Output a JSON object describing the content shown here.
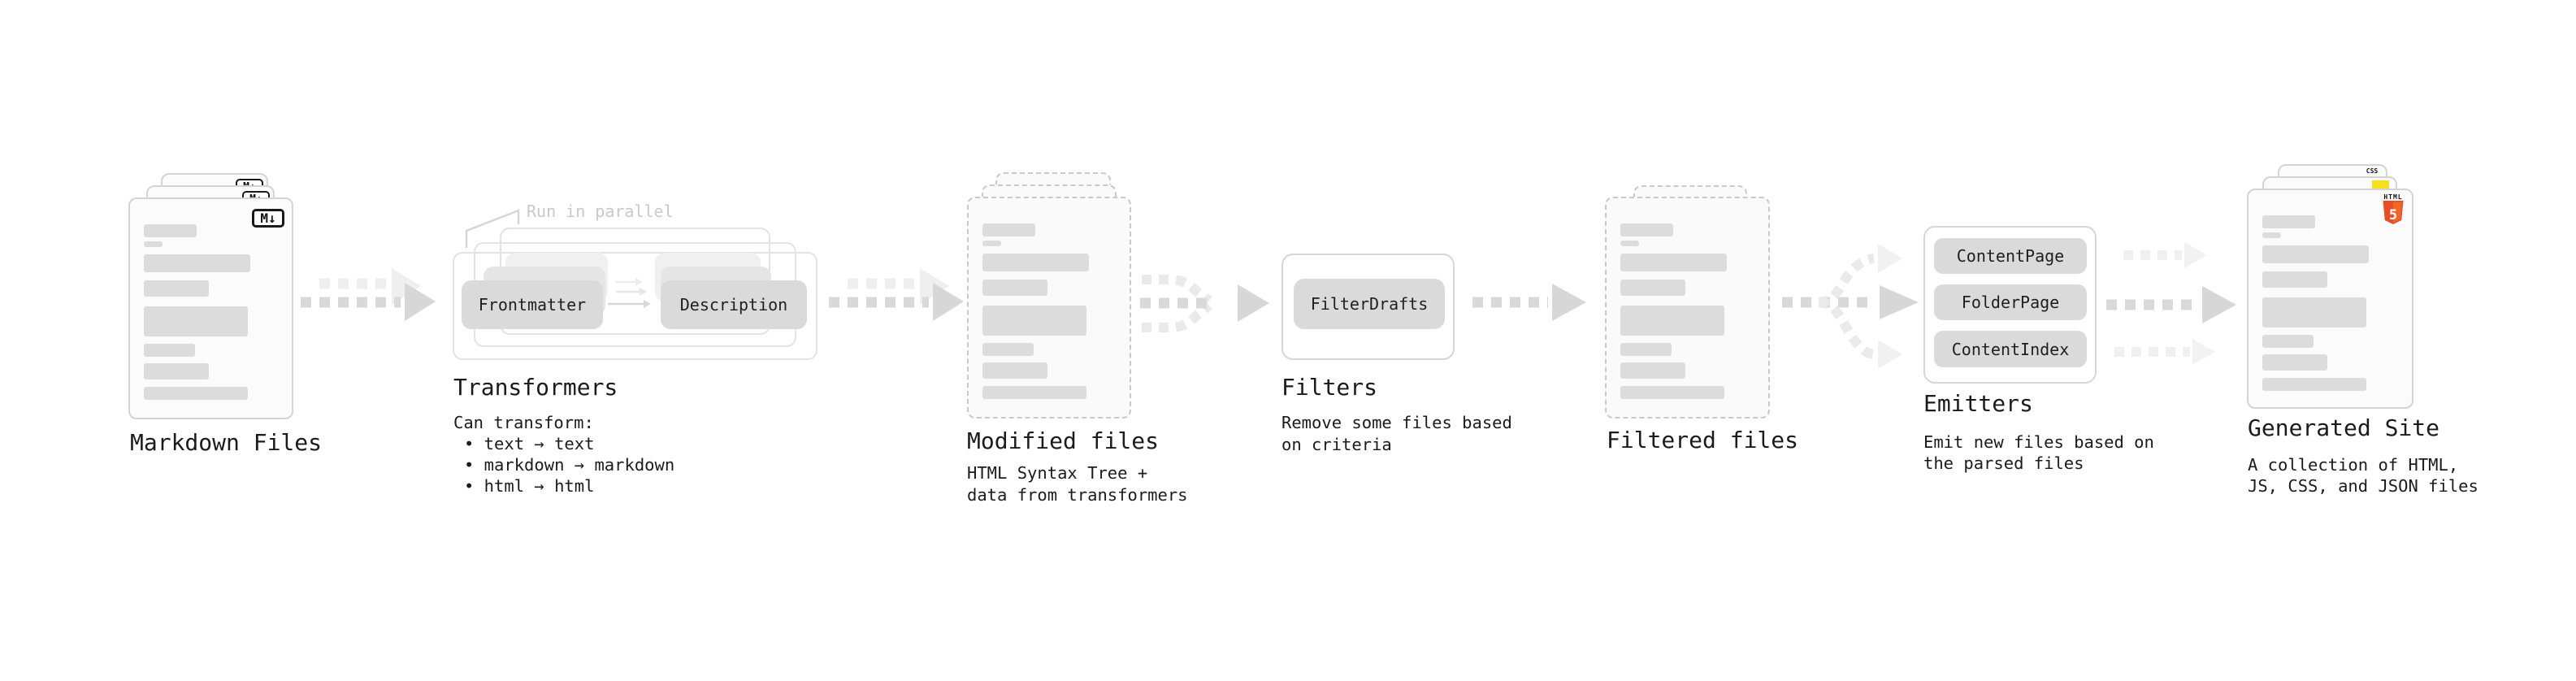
{
  "stages": {
    "markdown": {
      "label": "Markdown Files",
      "badge": "M↓"
    },
    "transformers": {
      "label": "Transformers",
      "note": "Run in parallel",
      "input_pill": "Frontmatter",
      "output_pill": "Description",
      "desc_heading": "Can transform:",
      "bullets": [
        "• text → text",
        "• markdown → markdown",
        "• html → html"
      ]
    },
    "modified": {
      "label": "Modified files",
      "desc_line1": "HTML Syntax Tree +",
      "desc_line2": "data from transformers"
    },
    "filters": {
      "label": "Filters",
      "pill": "FilterDrafts",
      "desc_line1": "Remove some files based",
      "desc_line2": "on criteria"
    },
    "filtered": {
      "label": "Filtered files"
    },
    "emitters": {
      "label": "Emitters",
      "pills": [
        "ContentPage",
        "FolderPage",
        "ContentIndex"
      ],
      "desc_line1": "Emit new files based on",
      "desc_line2": "the parsed files"
    },
    "generated": {
      "label": "Generated Site",
      "desc_line1": "A collection of HTML,",
      "desc_line2": "JS, CSS, and JSON files",
      "css_badge": "CSS",
      "html_badge_word": "HTML",
      "html_badge_number": "5"
    }
  },
  "colors": {
    "accent_orange": "#e44d26",
    "accent_orange_light": "#f16529",
    "accent_yellow": "#f7df1e",
    "accent_blue": "#2962ff"
  }
}
